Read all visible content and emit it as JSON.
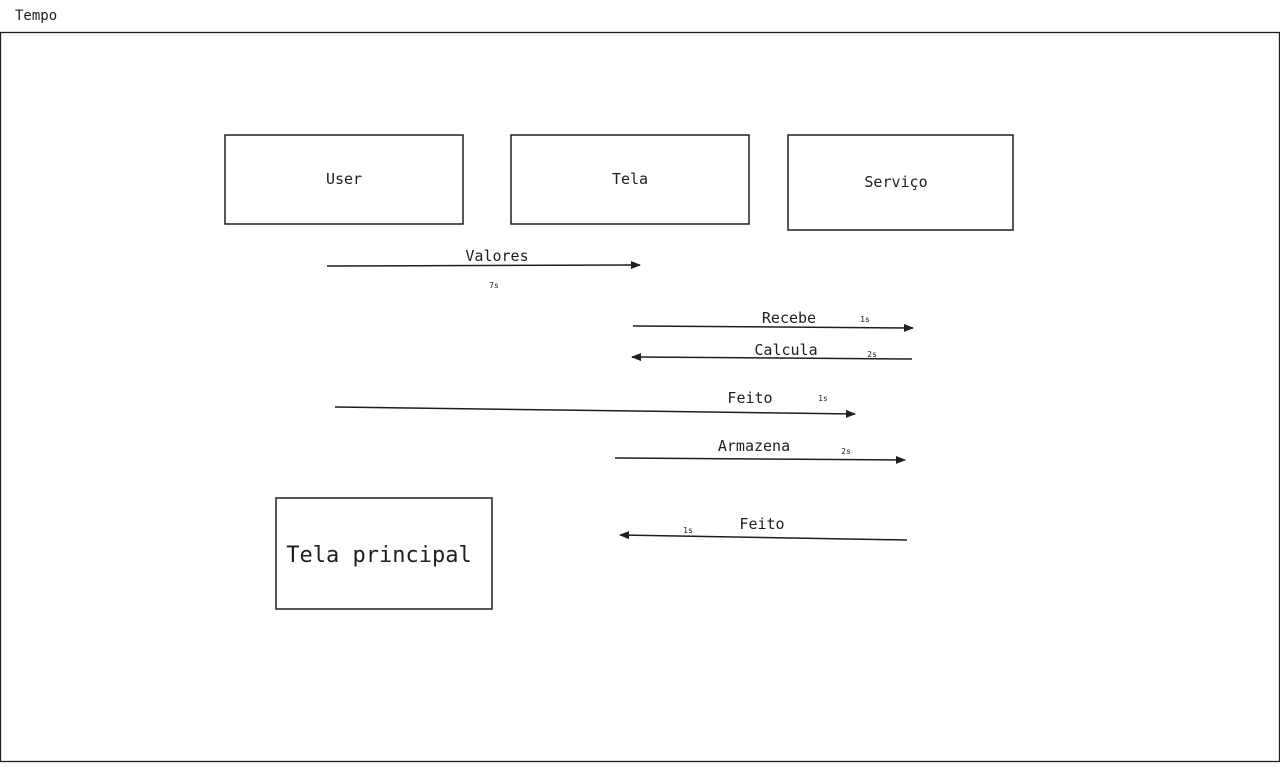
{
  "frame": {
    "title": "Tempo"
  },
  "boxes": {
    "user": "User",
    "tela": "Tela",
    "servico": "Serviço",
    "tela_principal": "Tela principal"
  },
  "messages": [
    {
      "label": "Valores",
      "duration": "7s"
    },
    {
      "label": "Recebe",
      "duration": "1s"
    },
    {
      "label": "Calcula",
      "duration": "2s"
    },
    {
      "label": "Feito",
      "duration": "1s"
    },
    {
      "label": "Armazena",
      "duration": "2s"
    },
    {
      "label": "Feito",
      "duration": "1s"
    }
  ],
  "colors": {
    "stroke": "#1e1e1e",
    "background": "#ffffff"
  }
}
